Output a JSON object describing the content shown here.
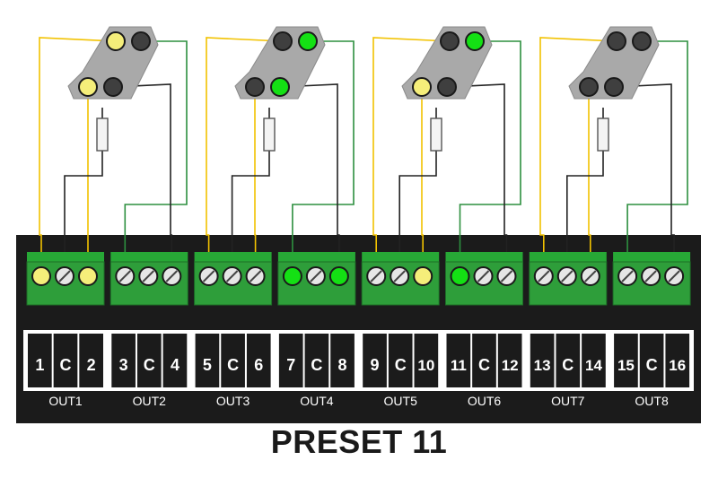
{
  "caption": "PRESET 11",
  "colors": {
    "yellow_lit": "#f5ee7a",
    "green_lit": "#14e014",
    "lamp_off": "#3f3f3f",
    "signal_body": "#a9a9a9",
    "terminal_green": "#2e9e3a",
    "board": "#1b1b1b",
    "yellow_wire": "#f2c200",
    "green_wire": "#2d8f3f",
    "black_wire": "#222222"
  },
  "signals": [
    {
      "name": "signal-1",
      "top": [
        "yellow",
        "off"
      ],
      "bottom": [
        "yellow",
        "off"
      ]
    },
    {
      "name": "signal-2",
      "top": [
        "off",
        "green"
      ],
      "bottom": [
        "off",
        "green"
      ]
    },
    {
      "name": "signal-3",
      "top": [
        "off",
        "green"
      ],
      "bottom": [
        "yellow",
        "off"
      ]
    },
    {
      "name": "signal-4",
      "top": [
        "off",
        "off"
      ],
      "bottom": [
        "off",
        "off"
      ]
    }
  ],
  "outputs": [
    {
      "label": "OUT1",
      "pins": [
        "1",
        "C",
        "2"
      ],
      "screws": [
        "yellow",
        "off",
        "yellow"
      ]
    },
    {
      "label": "OUT2",
      "pins": [
        "3",
        "C",
        "4"
      ],
      "screws": [
        "off",
        "off",
        "off"
      ]
    },
    {
      "label": "OUT3",
      "pins": [
        "5",
        "C",
        "6"
      ],
      "screws": [
        "off",
        "off",
        "off"
      ]
    },
    {
      "label": "OUT4",
      "pins": [
        "7",
        "C",
        "8"
      ],
      "screws": [
        "green",
        "off",
        "green"
      ]
    },
    {
      "label": "OUT5",
      "pins": [
        "9",
        "C",
        "10"
      ],
      "screws": [
        "off",
        "off",
        "yellow"
      ]
    },
    {
      "label": "OUT6",
      "pins": [
        "11",
        "C",
        "12"
      ],
      "screws": [
        "green",
        "off",
        "off"
      ]
    },
    {
      "label": "OUT7",
      "pins": [
        "13",
        "C",
        "14"
      ],
      "screws": [
        "off",
        "off",
        "off"
      ]
    },
    {
      "label": "OUT8",
      "pins": [
        "15",
        "C",
        "16"
      ],
      "screws": [
        "off",
        "off",
        "off"
      ]
    }
  ]
}
